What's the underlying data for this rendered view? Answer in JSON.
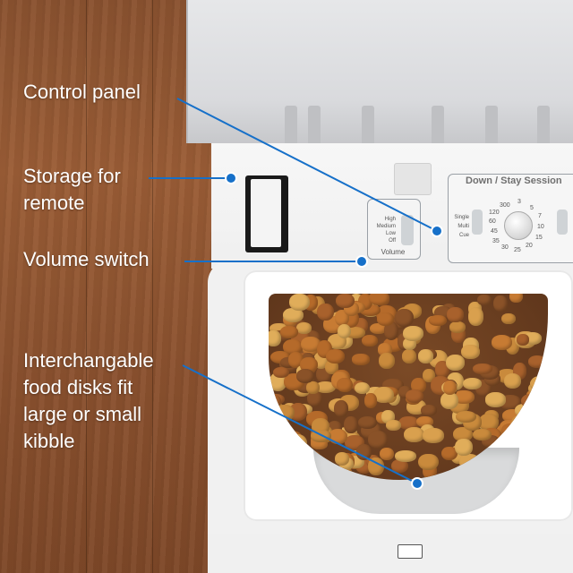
{
  "labels": {
    "control_panel": "Control panel",
    "storage_line1": "Storage for",
    "storage_line2": "remote",
    "volume_switch": "Volume switch",
    "disks_line1": "Interchangable",
    "disks_line2": "food disks fit",
    "disks_line3": "large or small",
    "disks_line4": "kibble"
  },
  "panel": {
    "title": "Down / Stay Session",
    "modes": [
      "Single",
      "Multi",
      "Cue"
    ],
    "dial_numbers": [
      "300",
      "3",
      "5",
      "7",
      "10",
      "15",
      "20",
      "25",
      "30",
      "35",
      "45",
      "60",
      "120"
    ]
  },
  "volume": {
    "levels": [
      "High",
      "Medium",
      "Low",
      "Off"
    ],
    "caption": "Volume"
  },
  "colors": {
    "callout": "#1670c9",
    "label_text": "#ffffff",
    "wood": "#8d5330",
    "device": "#f1f1f1"
  }
}
